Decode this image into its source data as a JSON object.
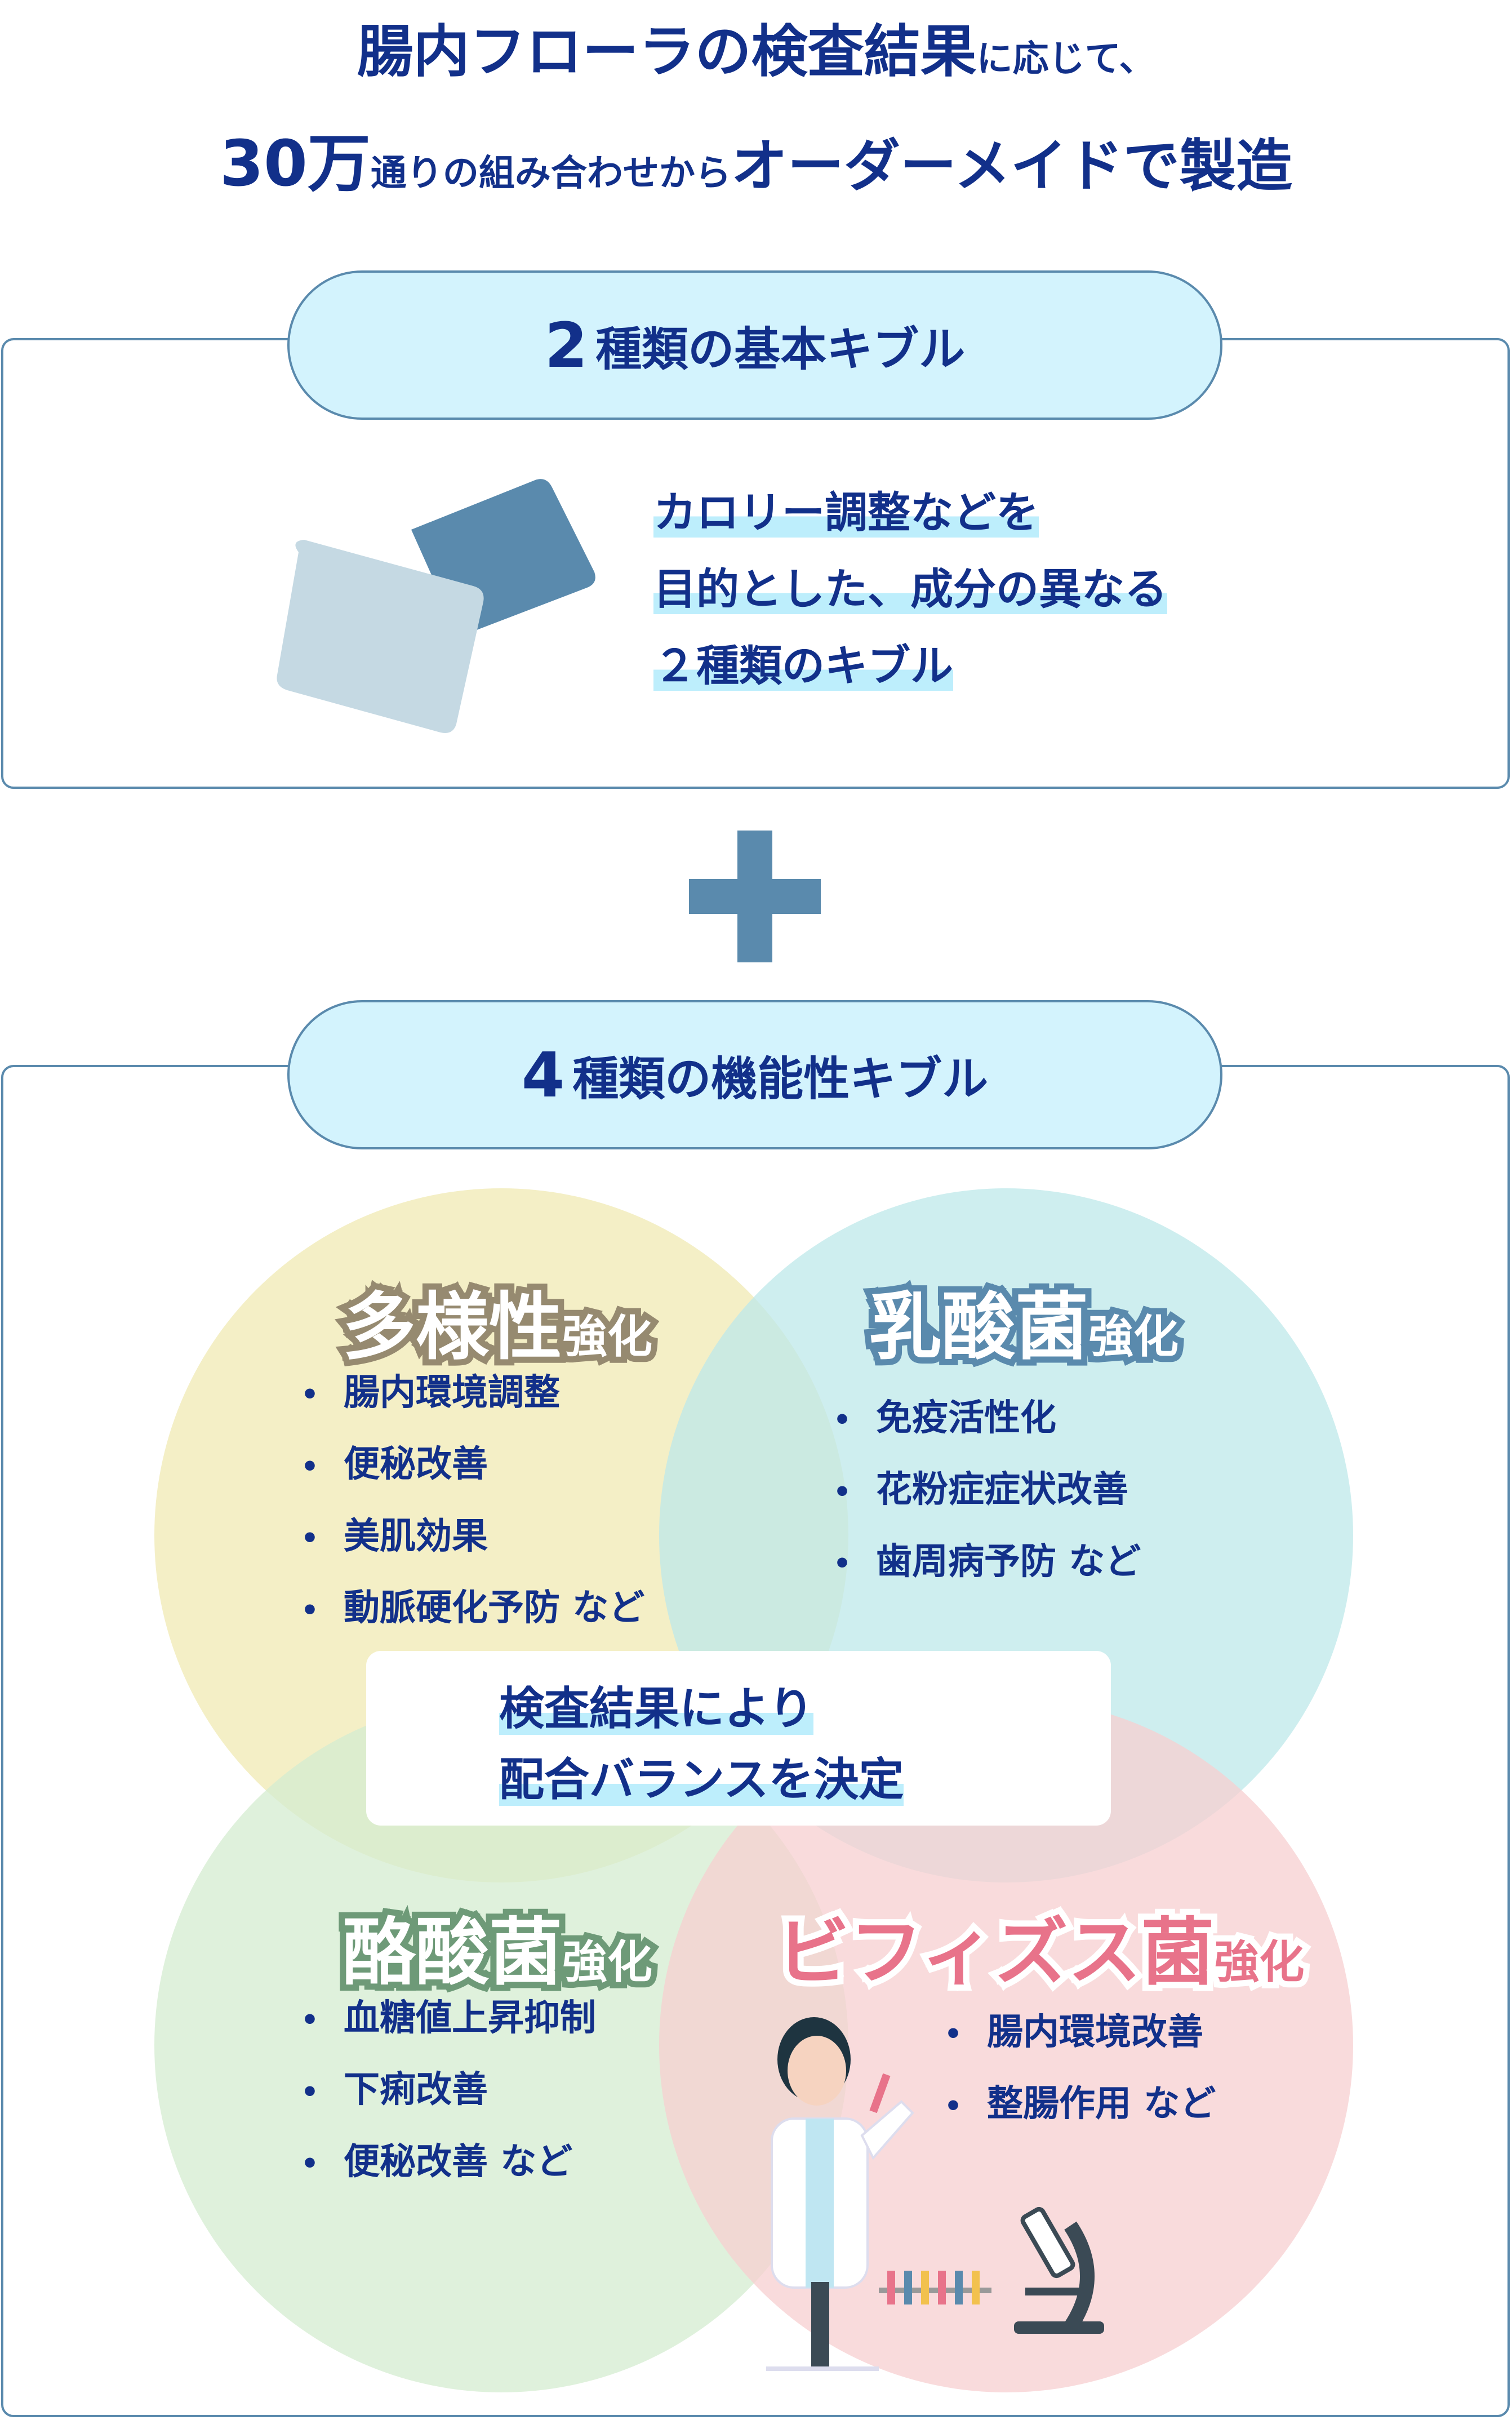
{
  "header": {
    "line1_big": "腸内フローラの検査結果",
    "line1_small": "に応じて、",
    "line2_num": "30万",
    "line2_small": "通りの組み合わせから",
    "line2_big": "オーダーメイドで製造"
  },
  "basic": {
    "num": "2",
    "label": "種類の基本キブル",
    "desc": [
      "カロリー調整などを",
      "目的とした、成分の異なる",
      "２種類のキブル"
    ]
  },
  "plus_icon": "plus-icon",
  "functional": {
    "num": "4",
    "label": "種類の機能性キブル",
    "groups": [
      {
        "name": "多様性",
        "suffix": "強化",
        "items": [
          "腸内環境調整",
          "便秘改善",
          "美肌効果",
          "動脈硬化予防 など"
        ],
        "color": "#f4efc6"
      },
      {
        "name": "乳酸菌",
        "suffix": "強化",
        "items": [
          "免疫活性化",
          "花粉症症状改善",
          "歯周病予防 など"
        ],
        "color": "#bde8ea"
      },
      {
        "name": "酪酸菌",
        "suffix": "強化",
        "items": [
          "血糖値上昇抑制",
          "下痢改善",
          "便秘改善 など"
        ],
        "color": "#d4ecd0"
      },
      {
        "name": "ビフィズス菌",
        "suffix": "強化",
        "items": [
          "腸内環境改善",
          "整腸作用 など"
        ],
        "color": "#f7cfd0"
      }
    ],
    "center": [
      "検査結果により",
      "配合バランスを決定"
    ]
  }
}
